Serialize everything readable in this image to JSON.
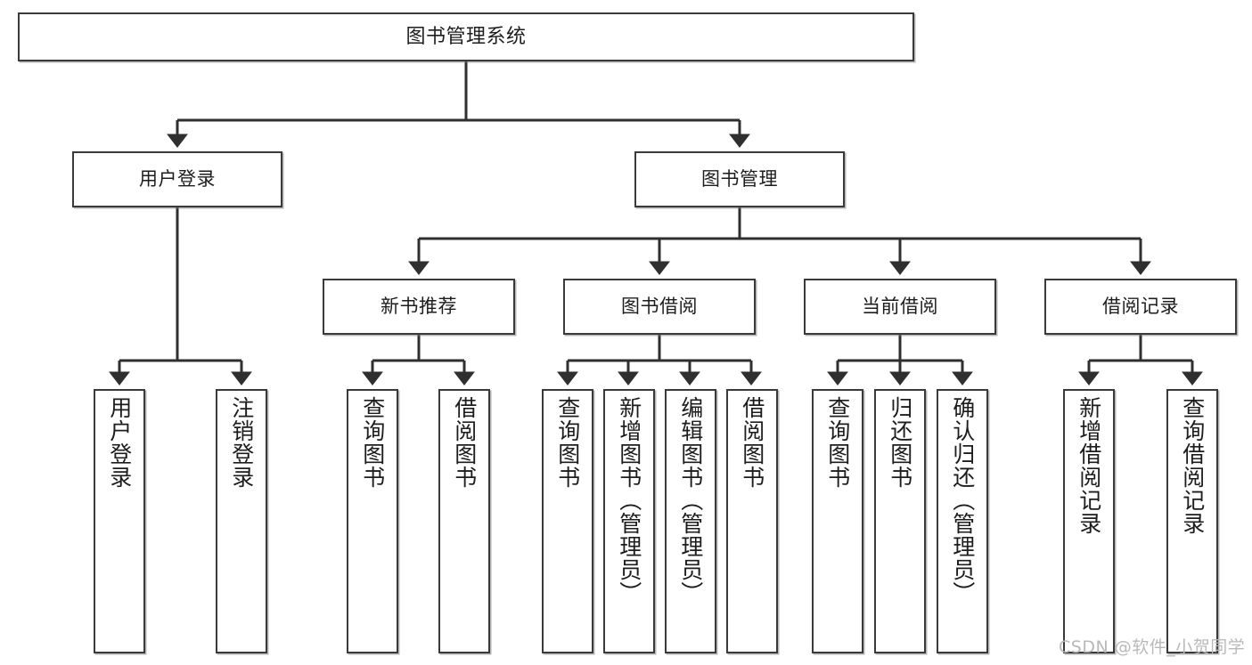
{
  "diagram": {
    "type": "tree-hierarchy-chart",
    "title": "图书管理系统",
    "orientation": "top-down",
    "colors": {
      "border": "#3a3a3a",
      "fill": "#ffffff",
      "connector": "#2f2f2f",
      "text": "#1d1d1d",
      "watermark": "#b9b9b9"
    }
  },
  "watermark": {
    "text": "CSDN @软件_小贺同学"
  },
  "nodes": {
    "root": {
      "label": "图书管理系统"
    },
    "level2": [
      {
        "label": "用户登录"
      },
      {
        "label": "图书管理"
      }
    ],
    "level3": [
      {
        "label": "新书推荐"
      },
      {
        "label": "图书借阅"
      },
      {
        "label": "当前借阅"
      },
      {
        "label": "借阅记录"
      }
    ],
    "leaves": {
      "user_login": [
        {
          "label": "用户登录"
        },
        {
          "label": "注销登录"
        }
      ],
      "new_book_recommend": [
        {
          "label": "查询图书"
        },
        {
          "label": "借阅图书"
        }
      ],
      "book_borrow": [
        {
          "label": "查询图书"
        },
        {
          "label": "新增图书（管理员）"
        },
        {
          "label": "编辑图书（管理员）"
        },
        {
          "label": "借阅图书"
        }
      ],
      "current_borrow": [
        {
          "label": "查询图书"
        },
        {
          "label": "归还图书"
        },
        {
          "label": "确认归还（管理员）"
        }
      ],
      "borrow_record": [
        {
          "label": "新增借阅记录"
        },
        {
          "label": "查询借阅记录"
        }
      ]
    }
  }
}
